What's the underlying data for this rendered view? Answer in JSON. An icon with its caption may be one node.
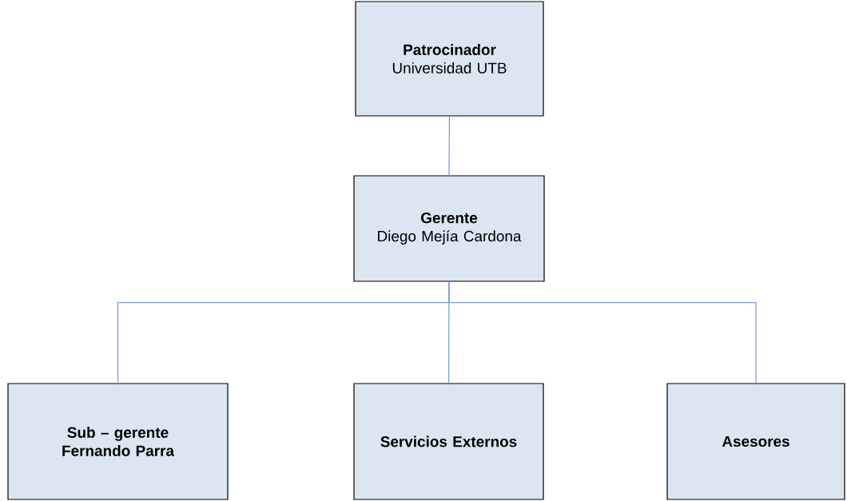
{
  "diagram": {
    "nodes": [
      {
        "text": [
          "Patrocinador",
          "Universidad UTB"
        ]
      },
      {
        "text": [
          "Gerente",
          "Diego Mejía Cardona"
        ]
      },
      {
        "text": [
          "Sub – gerente",
          "Fernando Parra"
        ]
      },
      {
        "text": [
          "Servicios Externos"
        ]
      },
      {
        "text": [
          "Asesores"
        ]
      }
    ],
    "edges": [
      {
        "from": 0,
        "to": 1,
        "arrow": "none"
      },
      {
        "from": 1,
        "to": 2,
        "arrow": "none"
      },
      {
        "from": 1,
        "to": 3,
        "arrow": "none"
      },
      {
        "from": 1,
        "to": 4,
        "arrow": "none"
      }
    ]
  }
}
